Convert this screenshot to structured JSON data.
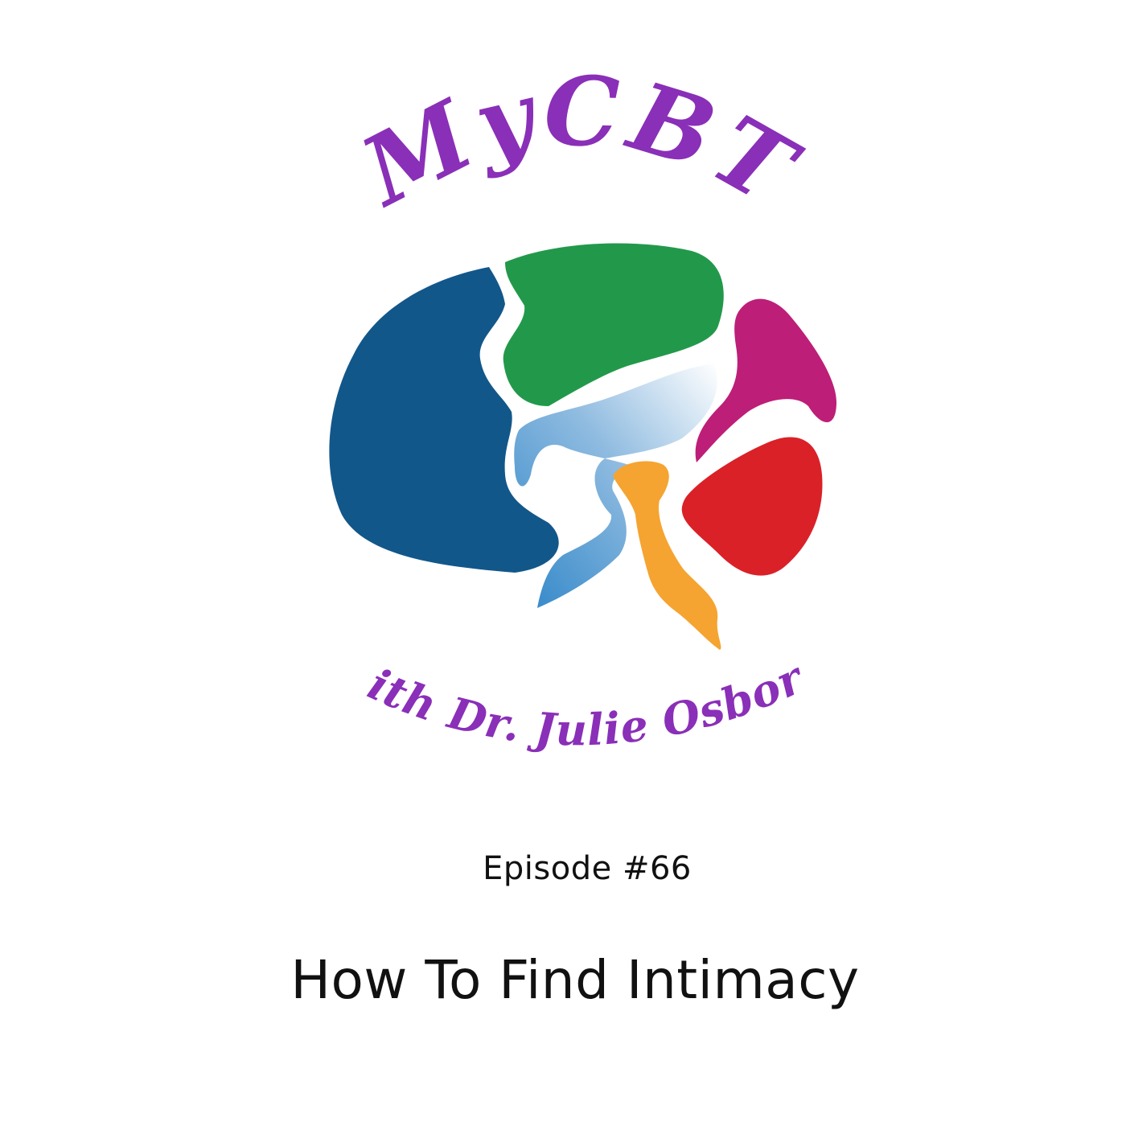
{
  "logo": {
    "wordmark": "MyCBT",
    "byline": "with Dr. Julie Osborn"
  },
  "episode": {
    "number": "Episode #66",
    "title": "How To Find Intimacy"
  },
  "colors": {
    "text_purple": "#8a2fb8",
    "region_blue_dark": "#12578a",
    "region_green": "#22994a",
    "region_magenta": "#bd1e78",
    "region_red": "#da2128",
    "region_orange": "#f5a431",
    "region_light_blue": "#2f86c8"
  }
}
